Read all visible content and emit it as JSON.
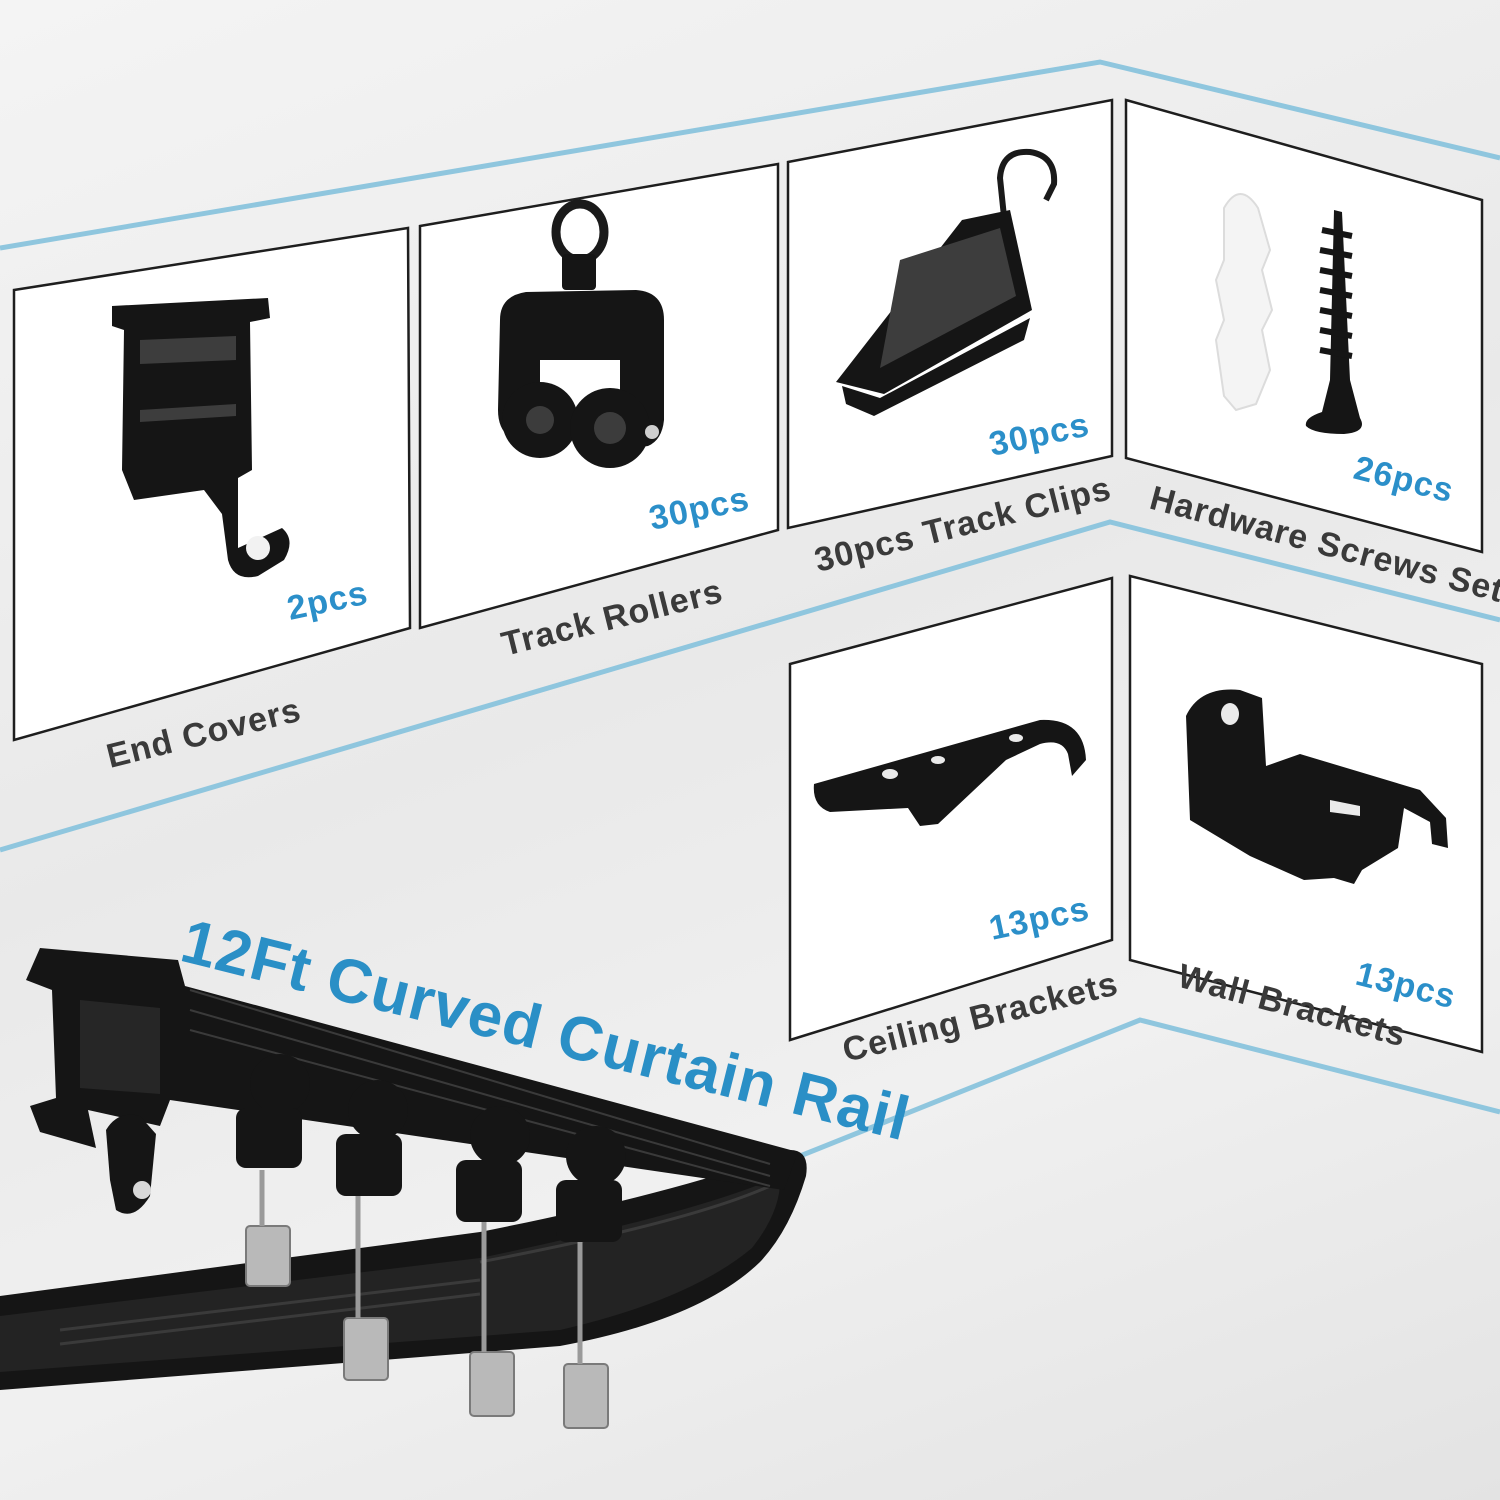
{
  "title": "12Ft Curved Curtain Rail",
  "colors": {
    "accent": "#2b8fc9",
    "accent_line": "#8fc6de",
    "part": "#151515",
    "label": "#3a3a3a"
  },
  "components": [
    {
      "name": "End Covers",
      "count": "2pcs",
      "icon": "end-cover-icon"
    },
    {
      "name": "Track Rollers",
      "count": "30pcs",
      "icon": "track-roller-icon"
    },
    {
      "name": "30pcs Track Clips",
      "count": "30pcs",
      "icon": "track-clip-icon"
    },
    {
      "name": "Hardware Screws Set",
      "count": "26pcs",
      "icon": "screw-set-icon"
    },
    {
      "name": "Ceiling Brackets",
      "count": "13pcs",
      "icon": "ceiling-bracket-icon"
    },
    {
      "name": "Wall Brackets",
      "count": "13pcs",
      "icon": "wall-bracket-icon"
    }
  ]
}
